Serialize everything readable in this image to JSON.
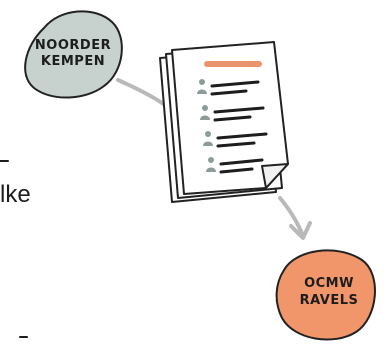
{
  "nodes": {
    "source": {
      "line1": "NOORDER",
      "line2": "KEMPEN",
      "color": "#c7d2cf"
    },
    "target": {
      "line1": "OCMW",
      "line2": "RAVELS",
      "color": "#f0966a"
    }
  },
  "document": {
    "header_color": "#e9946c",
    "person_icons": 4
  },
  "left_text": {
    "fragment": "lke"
  },
  "colors": {
    "ink": "#1d1d1d",
    "arrow": "#b9b9b9",
    "paper": "#ffffff"
  }
}
